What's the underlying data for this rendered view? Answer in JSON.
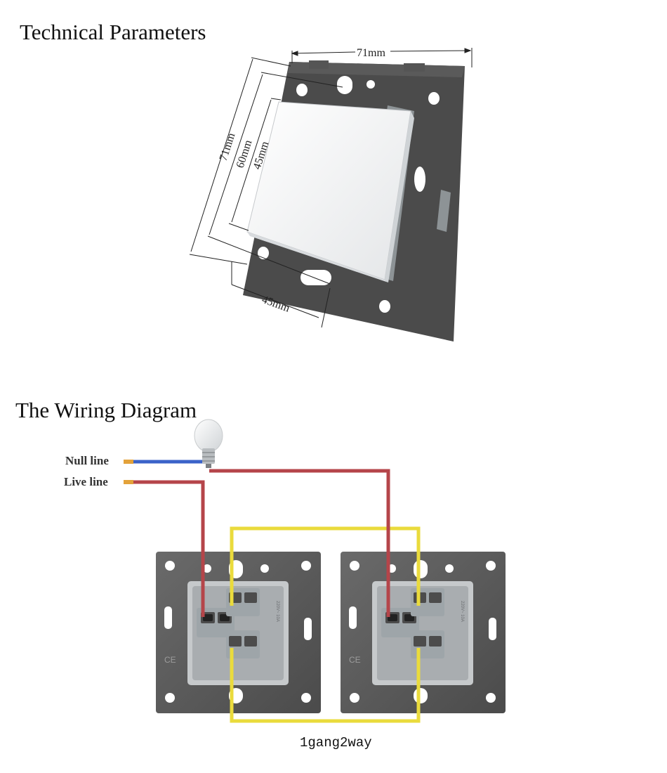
{
  "sections": {
    "technical_title": "Technical Parameters",
    "wiring_title": "The Wiring Diagram"
  },
  "dimensions": {
    "top_width": "71mm",
    "outer_height": "71mm",
    "middle_height": "60mm",
    "inner_height": "45mm",
    "bottom_width": "45mm"
  },
  "wiring": {
    "null_line_label": "Null line",
    "live_line_label": "Live line",
    "caption": "1gang2way",
    "colors": {
      "live_wire": "#b5454a",
      "null_wire": "#3b63c9",
      "traveler_wire": "#eadb3c",
      "frame": "#585858",
      "switch_body": "#a9adb0",
      "terminal_block": "#a6adb1"
    }
  },
  "icons": [
    "light-bulb-icon",
    "ce-mark-icon"
  ]
}
